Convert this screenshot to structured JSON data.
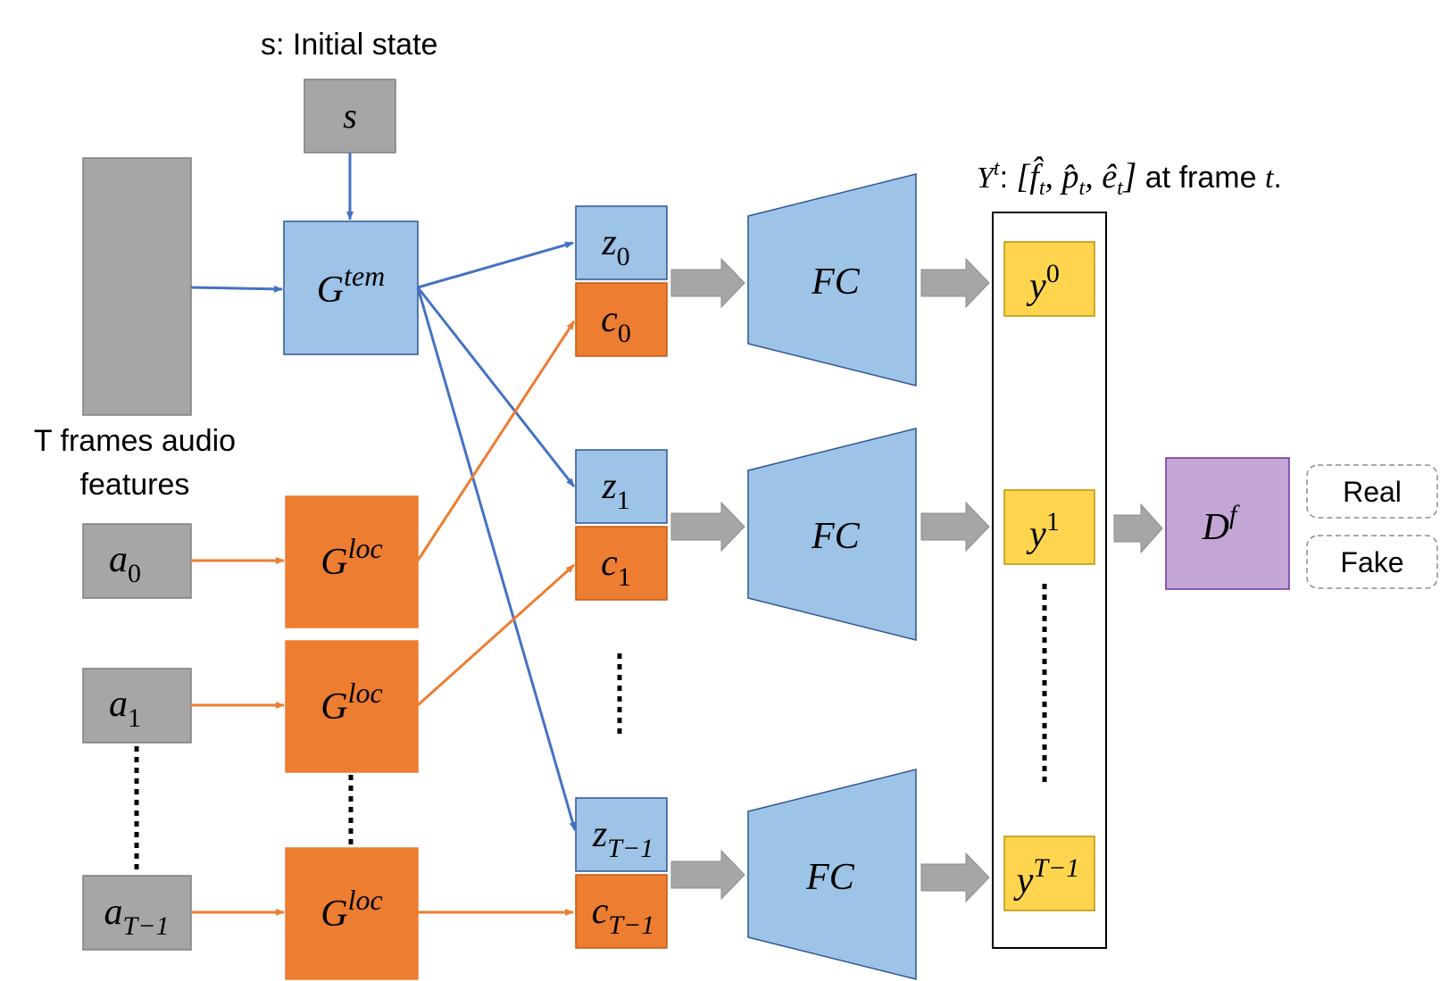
{
  "labels": {
    "initial_state_prefix": "s",
    "initial_state_suffix": ": Initial state",
    "audio_line1": "T frames audio",
    "audio_line2": "features",
    "output_legend_Y": "Y",
    "output_legend_t": "t",
    "output_legend_sep": ": ",
    "output_legend_vector": "[f̂",
    "output_legend_vector_t1": "t",
    "output_legend_vector_p": ", p̂",
    "output_legend_vector_t2": "t",
    "output_legend_vector_e": ", ê",
    "output_legend_vector_t3": "t",
    "output_legend_vector_close": "]",
    "output_legend_tail": " at frame ",
    "output_legend_tail_t": "t",
    "output_legend_period": ".",
    "real": "Real",
    "fake": "Fake"
  },
  "nodes": {
    "s": {
      "base": "s"
    },
    "g_tem": {
      "base": "G",
      "sup": "tem"
    },
    "g_loc": {
      "base": "G",
      "sup": "loc"
    },
    "a0": {
      "base": "a",
      "sub": "0"
    },
    "a1": {
      "base": "a",
      "sub": "1"
    },
    "aT": {
      "base": "a",
      "sub": "T−1"
    },
    "z0": {
      "base": "z",
      "sub": "0"
    },
    "z1": {
      "base": "z",
      "sub": "1"
    },
    "zT": {
      "base": "z",
      "sub": "T−1"
    },
    "c0": {
      "base": "c",
      "sub": "0"
    },
    "c1": {
      "base": "c",
      "sub": "1"
    },
    "cT": {
      "base": "c",
      "sub": "T−1"
    },
    "fc": {
      "base": "FC"
    },
    "y0": {
      "base": "y",
      "sup": "0"
    },
    "y1": {
      "base": "y",
      "sup": "1"
    },
    "yT": {
      "base": "y",
      "sup": "T−1"
    },
    "df": {
      "base": "D",
      "sup": "f"
    }
  },
  "colors": {
    "gray": "#a6a6a6",
    "gray_border": "#7f7f7f",
    "blue_fill": "#9dc3e6",
    "blue_border": "#2f5597",
    "orange": "#ed7d31",
    "orange_border": "#c55a11",
    "yellow": "#ffd54f",
    "yellow_border": "#bf9000",
    "purple": "#c3a6d6",
    "purple_border": "#7030a0",
    "blue_arrow": "#4472c4",
    "orange_arrow": "#ed7d31",
    "block_arrow": "#a6a6a6"
  }
}
